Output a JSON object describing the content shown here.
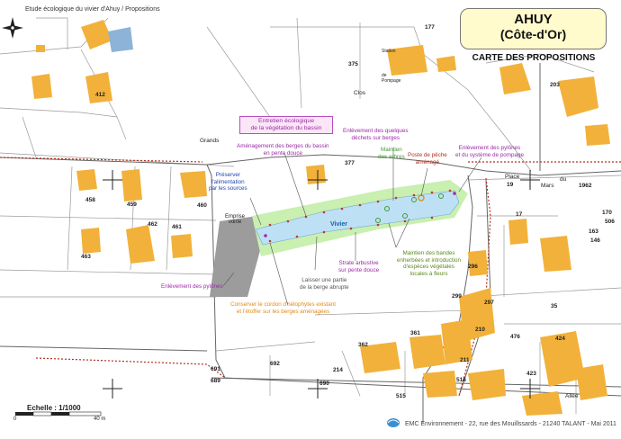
{
  "header": {
    "study_label": "Etude écologique du vivier d'Ahuy / Propositions",
    "title_line1": "AHUY",
    "title_line2": "(Côte-d'Or)",
    "subtitle": "CARTE DES PROPOSITIONS"
  },
  "scale": {
    "label": "Echelle : 1/1000",
    "zero": "0",
    "end": "40 m"
  },
  "footer": {
    "credit": "EMC Environnement - 22, rue des Mouillssards - 21240 TALANT - Mai 2011"
  },
  "pond_label": "Vivier",
  "emprise_label": "Emprise\nvoirie",
  "colors": {
    "building": "#f2b13a",
    "pond": "#bde0f5",
    "buffer": "#c9efb1",
    "emprise": "#9c9c9c",
    "purple": "#9b2aa6",
    "green": "#3f9b2f",
    "blue": "#2246b0",
    "orange": "#e08a1a",
    "red": "#b0301b"
  },
  "annotations": {
    "entretien": "Entretien écologique\nde la végétation du bassin",
    "amenagement": "Aménagement des berges du bassin\nen pente douce",
    "enlevement_dechets": "Enlèvement des quelques\ndéchets sur berges",
    "maintien_arbres": "Maintien\ndes arbres",
    "poste_peche": "Poste de pêche\naménagé",
    "enlevement_pylones_pompage": "Enlèvement des pylônes\net du système de pompage",
    "preserver": "Préserver\nl'alimentation\npar les sources",
    "strate": "Strate arbustive\nsur pente douce",
    "maintien_bandes": "Maintien des bandes\nenherbées et introduction\nd'espèces végétales\nlocales à fleurs",
    "laisser": "Laisser une partie\nde la berge abrupte",
    "enlevement_pylones": "Enlèvement des pylônes",
    "conserver": "Conserver le cordon d'hélophytes existant\net l'étoffer sur les berges aménagées"
  },
  "streets": {
    "grands": "Grands",
    "clos": "Clos",
    "station": "Station",
    "pompage": "de\nPompage",
    "place": "Place",
    "mars": "Mars",
    "du": "du",
    "allee": "Allée"
  },
  "parcels": [
    "177",
    "375",
    "203",
    "412",
    "458",
    "459",
    "460",
    "461",
    "462",
    "463",
    "377",
    "296",
    "299",
    "297",
    "210",
    "476",
    "424",
    "423",
    "211",
    "516",
    "515",
    "691",
    "692",
    "214",
    "690",
    "689",
    "362",
    "361",
    "506",
    "163",
    "146",
    "35",
    "17",
    "19",
    "1962",
    "170"
  ]
}
